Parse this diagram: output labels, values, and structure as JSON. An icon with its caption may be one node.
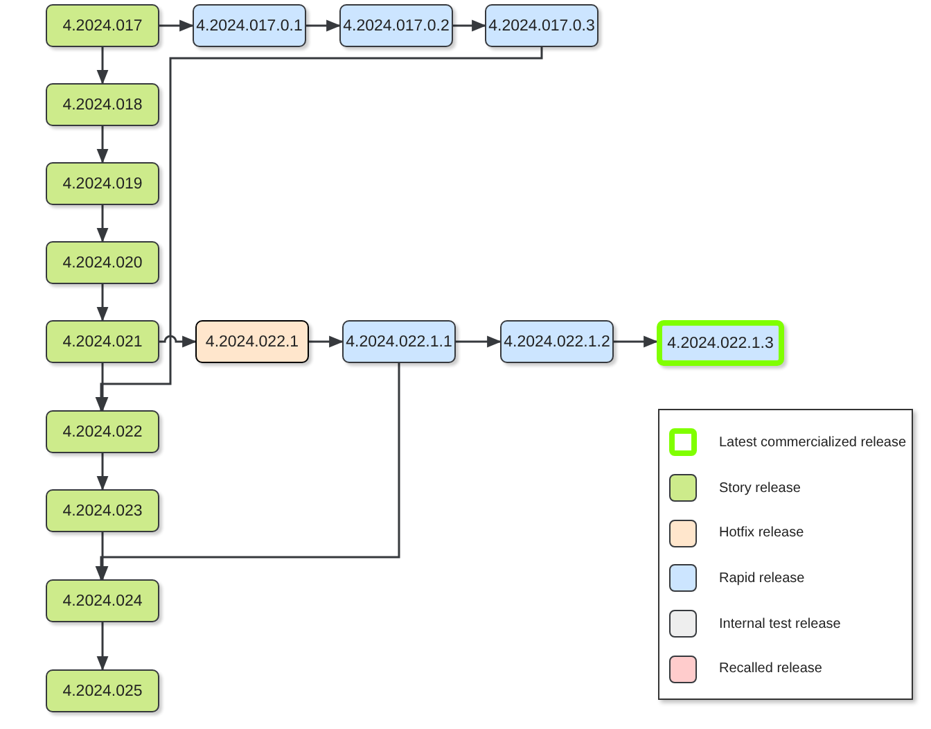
{
  "diagram": {
    "nodes": [
      {
        "text": [
          "4.2024.017"
        ]
      },
      {
        "text": [
          "4.2024.017.0.1"
        ]
      },
      {
        "text": [
          "4.2024.017.0.2"
        ]
      },
      {
        "text": [
          "4.2024.017.0.3"
        ]
      },
      {
        "text": [
          "4.2024.018"
        ]
      },
      {
        "text": [
          "4.2024.019"
        ]
      },
      {
        "text": [
          "4.2024.020"
        ]
      },
      {
        "text": [
          "4.2024.021"
        ]
      },
      {
        "text": [
          "4.2024.022.1"
        ]
      },
      {
        "text": [
          "4.2024.022.1.1"
        ]
      },
      {
        "text": [
          "4.2024.022.1.2"
        ]
      },
      {
        "text": [
          "4.2024.022.1.3"
        ]
      },
      {
        "text": [
          "4.2024.022"
        ]
      },
      {
        "text": [
          "4.2024.023"
        ]
      },
      {
        "text": [
          "4.2024.024"
        ]
      },
      {
        "text": [
          "4.2024.025"
        ]
      }
    ],
    "edges": [
      {
        "from": 0,
        "to": 1,
        "arrow": "to"
      },
      {
        "from": 1,
        "to": 2,
        "arrow": "to"
      },
      {
        "from": 2,
        "to": 3,
        "arrow": "to"
      },
      {
        "from": 0,
        "to": 4,
        "arrow": "to"
      },
      {
        "from": 4,
        "to": 5,
        "arrow": "to"
      },
      {
        "from": 5,
        "to": 6,
        "arrow": "to"
      },
      {
        "from": 6,
        "to": 7,
        "arrow": "to"
      },
      {
        "from": 7,
        "to": 8,
        "arrow": "to"
      },
      {
        "from": 8,
        "to": 9,
        "arrow": "to"
      },
      {
        "from": 9,
        "to": 10,
        "arrow": "to"
      },
      {
        "from": 10,
        "to": 11,
        "arrow": "to"
      },
      {
        "from": 7,
        "to": 12,
        "arrow": "to"
      },
      {
        "from": 3,
        "to": 12,
        "arrow": "to"
      },
      {
        "from": 12,
        "to": 13,
        "arrow": "to"
      },
      {
        "from": 13,
        "to": 14,
        "arrow": "to"
      },
      {
        "from": 9,
        "to": 14,
        "arrow": "to"
      },
      {
        "from": 14,
        "to": 15,
        "arrow": "to"
      }
    ],
    "legend": [
      {
        "text": "Latest commercialized release"
      },
      {
        "text": "Story release",
        "color": "#cdeb8b"
      },
      {
        "text": "Hotfix release",
        "color": "#ffe6cc"
      },
      {
        "text": "Rapid release",
        "color": "#cce5ff"
      },
      {
        "text": "Internal test release",
        "color": "#eeeeee"
      },
      {
        "text": "Recalled release",
        "color": "#ffcccc"
      }
    ]
  }
}
